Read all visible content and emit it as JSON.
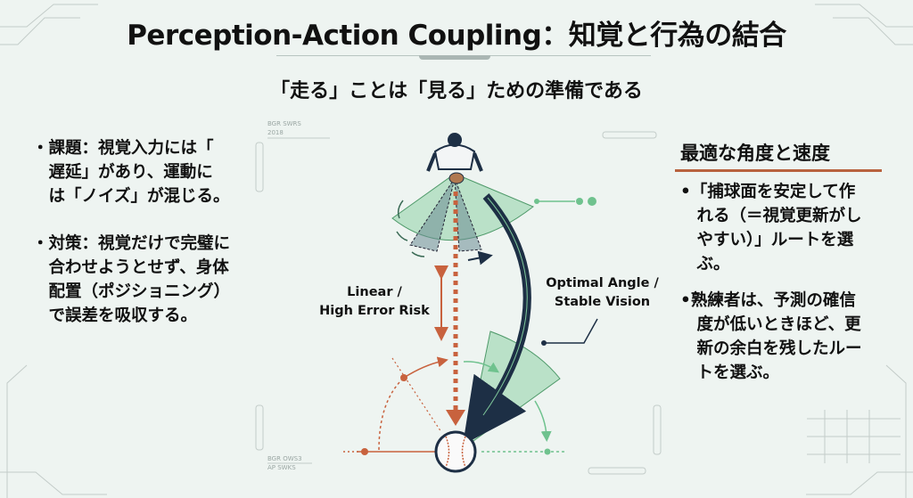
{
  "header": {
    "title": "Perception-Action Coupling：知覚と行為の結合",
    "subtitle": "「走る」ことは「見る」ための準備である"
  },
  "left_panel": {
    "bullets": [
      {
        "lines": [
          "・課題：視覚入力には「",
          "　遅延」があり、運動に",
          "　は「ノイズ」が混じる。"
        ]
      },
      {
        "lines": [
          "・対策：視覚だけで完璧に",
          "　合わせようとせず、身体",
          "　配置（ポジショニング）",
          "　で誤差を吸収する。"
        ]
      }
    ]
  },
  "right_panel": {
    "heading": "最適な角度と速度",
    "bullets": [
      {
        "lines": [
          "•「捕球面を安定して作",
          "　れる（＝視覚更新がし",
          "　やすい）」ルートを選",
          "　ぶ。"
        ]
      },
      {
        "lines": [
          "•熟練者は、予測の確信",
          "　度が低いときほど、更",
          "　新の余白を残したルー",
          "　トを選ぶ。"
        ]
      }
    ]
  },
  "diagram": {
    "linear_label": [
      "Linear /",
      "High Error Risk"
    ],
    "optimal_label": [
      "Optimal Angle /",
      "Stable Vision"
    ],
    "deco_labels": [
      "BGR SWRS",
      "2018",
      "BGR OWS3",
      "AP SWKS"
    ],
    "colors": {
      "green": "#6fc28e",
      "orange": "#c8623e",
      "navy": "#1d2f45",
      "background": "#eef4f1"
    }
  }
}
